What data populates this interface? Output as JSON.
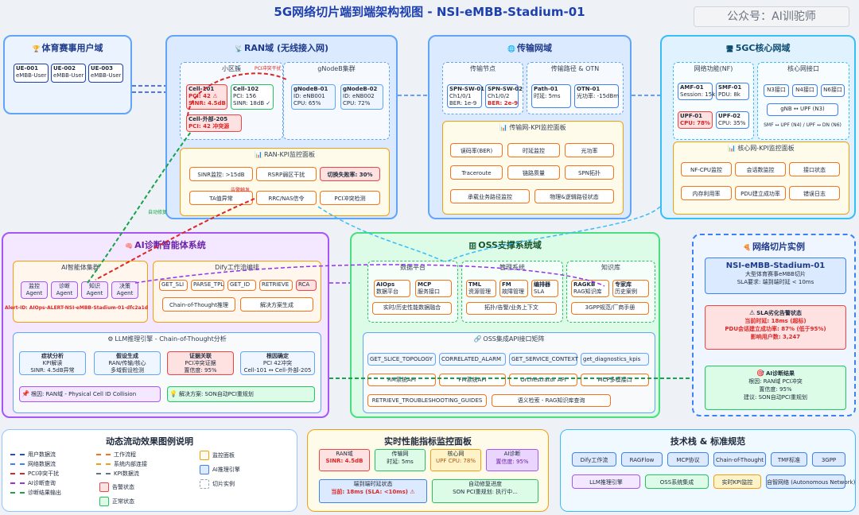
{
  "title": "5G网络切片端到端架构视图 - NSI-eMBB-Stadium-01",
  "watermark": "公众号：AI训驼师",
  "users": {
    "title": "体育赛事用户域",
    "items": [
      {
        "id": "UE-001",
        "type": "eMBB-User"
      },
      {
        "id": "UE-002",
        "type": "eMBB-User"
      },
      {
        "id": "UE-003",
        "type": "eMBB-User"
      }
    ]
  },
  "ran": {
    "title": "RAN域 (无线接入网)",
    "cell_group": "小区簇",
    "gnb_group": "gNodeB集群",
    "cells": [
      {
        "name": "Cell-101",
        "l1": "PCI: 42 ⚠",
        "l2": "SINR: 4.5dB"
      },
      {
        "name": "Cell-102",
        "l1": "PCI: 156",
        "l2": "SINR: 18dB ✓"
      },
      {
        "name": "Cell-外部-205",
        "l1": "PCI: 42 冲突源",
        "l2": ""
      }
    ],
    "gnbs": [
      {
        "name": "gNodeB-01",
        "l1": "ID: eNB001",
        "l2": "CPU: 65%"
      },
      {
        "name": "gNodeB-02",
        "l1": "ID: eNB002",
        "l2": "CPU: 72%"
      }
    ],
    "conflict_label": "PCI冲突干扰",
    "kpi_title": "RAN-KPI监控面板",
    "kpis": [
      "SINR监控: >15dB",
      "RSRP弱区干扰",
      "切换失败率: 30%",
      "TA值异常",
      "RRC/NAS信令",
      "PCI冲突检测"
    ],
    "alarm_label": "告警触发"
  },
  "transport": {
    "title": "传输网域",
    "nodes_title": "传输节点",
    "path_title": "传输路径 & OTN",
    "nodes": [
      {
        "name": "SPN-SW-01",
        "l1": "Ch1/0/1",
        "l2": "BER: 1e-9"
      },
      {
        "name": "SPN-SW-02",
        "l1": "Ch1/0/2",
        "l2": "BER: 2e-9"
      }
    ],
    "paths": [
      {
        "name": "Path-01",
        "l1": "时延: 5ms"
      },
      {
        "name": "OTN-01",
        "l1": "光功率: -15dBm"
      }
    ],
    "kpi_title": "传输网-KPI监控面板",
    "kpis": [
      "误码率(BER)",
      "时延监控",
      "光功率",
      "Traceroute",
      "链路质量",
      "SPN拓扑",
      "承载业务路径监控",
      "物理&逻辑路径状态"
    ]
  },
  "core": {
    "title": "5GC核心网域",
    "nf_title": "网络功能(NF)",
    "if_title": "核心网接口",
    "nfs": [
      {
        "name": "AMF-01",
        "l1": "Session: 15k"
      },
      {
        "name": "SMF-01",
        "l1": "PDU: 8k"
      },
      {
        "name": "UPF-01",
        "l1": "CPU: 78%"
      },
      {
        "name": "UPF-02",
        "l1": "CPU: 35%"
      }
    ],
    "ifs": [
      "N3接口",
      "N4接口",
      "N6接口"
    ],
    "flows": [
      "gNB ↔ UPF (N3)",
      "SMF ↔ UPF (N4) / UPF ↔ DN (N6)"
    ],
    "kpi_title": "核心网-KPI监控面板",
    "kpis": [
      "NF-CPU监控",
      "会话数监控",
      "接口状态",
      "内存利用率",
      "PDU建立成功率",
      "错误日志"
    ]
  },
  "ai": {
    "title": "AI诊断智能体系统",
    "agents_title": "AI智能体集群",
    "agents": [
      "监控 Agent",
      "诊断 Agent",
      "知识 Agent",
      "决策 Agent"
    ],
    "alert_id": "Alert-ID: AIOps-ALERT-NSI-eMBB-Stadium-01-dfc2a1d",
    "dify_title": "Dify工作流编排",
    "dify_tools": [
      "GET_SLI",
      "PARSE_TPL",
      "GET_ID",
      "RETRIEVE",
      "RCA"
    ],
    "dify_steps": [
      "Chain-of-Thought推理",
      "解决方案生成"
    ],
    "llm_title": "LLM推理引擎 - Chain-of-Thought分析",
    "steps": [
      {
        "title": "症状分析",
        "l1": "KPI解读",
        "l2": "SINR: 4.5dB异常"
      },
      {
        "title": "假设生成",
        "l1": "RAN/传输/核心",
        "l2": "多域假设检测"
      },
      {
        "title": "证据关联",
        "l1": "PCI冲突证据",
        "l2": "置信度: 95%"
      },
      {
        "title": "根因确定",
        "l1": "PCI 42冲突",
        "l2": "Cell-101 ↔ Cell-外部-205"
      }
    ],
    "root_cause": "根因: RAN域 - Physical Cell ID Collision",
    "solution": "解决方案: SON自动PCI重规划",
    "auto_label": "自动修复"
  },
  "oss": {
    "title": "OSS支撑系统域",
    "data_title": "数据平台",
    "mgmt_title": "管理系统",
    "kb_title": "知识库",
    "data_items": [
      {
        "name": "AIOps",
        "l1": "数据平台"
      },
      {
        "name": "MCP",
        "l1": "服务接口"
      }
    ],
    "mgmt_items": [
      {
        "name": "TML",
        "l1": "资源管理"
      },
      {
        "name": "FM",
        "l1": "故障管理"
      },
      {
        "name": "编排器",
        "l1": "SLA"
      }
    ],
    "kb_items": [
      {
        "name": "RAGKB",
        "l1": "RAG知识库"
      },
      {
        "name": "专家库",
        "l1": "历史案例"
      }
    ],
    "data_bar": "实时/历史性能数据融合",
    "mgmt_bar": "拓扑/告警/业务上下文",
    "kb_bar": "3GPP规范/厂商手册",
    "api_title": "OSS集成API接口矩阵",
    "apis": [
      "GET_SLICE_TOPOLOGY",
      "CORRELATED_ALARM",
      "GET_SERVICE_CONTEXT",
      "get_diagnostics_kpis"
    ],
    "apis2": [
      "RM系统API",
      "FM系统API",
      "Orchestrator API",
      "MCP多模接口"
    ],
    "apis3": [
      "RETRIEVE_TROUBLESHOOTING_GUIDES",
      "语义检索 - RAG知识库查询"
    ]
  },
  "slice": {
    "title": "网络切片实例",
    "name": "NSI-eMBB-Stadium-01",
    "desc1": "大型体育赛事eMBB切片",
    "desc2": "SLA要求: 端到端时延 < 10ms",
    "sla_title": "SLA劣化告警状态",
    "sla_lines": [
      "当前时延: 18ms (超标)",
      "PDU会话建立成功率: 87% (低于95%)",
      "影响用户数: 3,247"
    ],
    "diag_title": "AI诊断结果",
    "diag_lines": [
      "根因: RAN域 PCI冲突",
      "置信度: 95%",
      "建议: SON自动PCI重规划"
    ]
  },
  "legend": {
    "title": "动态流动效果图例说明",
    "lines": [
      {
        "label": "用户数据流",
        "color": "#1d4ed8"
      },
      {
        "label": "网络数据流",
        "color": "#3b82f6"
      },
      {
        "label": "PCI冲突干扰",
        "color": "#dc2626"
      },
      {
        "label": "AI诊断查询",
        "color": "#9333ea"
      },
      {
        "label": "诊断结果输出",
        "color": "#16a34a"
      }
    ],
    "lines2": [
      {
        "label": "工作流程",
        "color": "#f97316"
      },
      {
        "label": "系统内部连接",
        "color": "#f59e0b"
      },
      {
        "label": "KPI数据流",
        "color": "#64748b"
      }
    ],
    "boxes": [
      {
        "label": "告警状态",
        "color": "#ef4444"
      },
      {
        "label": "正常状态",
        "color": "#22c55e"
      }
    ],
    "boxes2": [
      {
        "label": "监控面板",
        "color": "#f59e0b"
      },
      {
        "label": "AI推理引擎",
        "color": "#3b82f6"
      },
      {
        "label": "切片实例",
        "color": "#94a3b8"
      }
    ]
  },
  "perf": {
    "title": "实时性能指标监控面板",
    "tiles": [
      {
        "title": "RAN域",
        "value": "SINR: 4.5dB",
        "status": "alert"
      },
      {
        "title": "传输网",
        "value": "时延: 5ms",
        "status": "ok"
      },
      {
        "title": "核心网",
        "value": "UPF CPU: 78%",
        "status": "warn"
      },
      {
        "title": "AI诊断",
        "value": "置信度: 95%",
        "status": "ai"
      }
    ],
    "latency_title": "端到端时延状态",
    "latency_value": "当前: 18ms (SLA: <10ms) ⚠",
    "auto_title": "自动修复进度",
    "auto_value": "SON PCI重规划: 执行中..."
  },
  "tech": {
    "title": "技术栈 & 标准规范",
    "row1": [
      "Dify工作流",
      "RAGFlow",
      "MCP协议",
      "Chain-of-Thought",
      "TMF标准",
      "3GPP"
    ],
    "row2": [
      "LLM推理引擎",
      "OSS系统集成",
      "实时KPI监控",
      "自智网络 (Autonomous Network)"
    ]
  }
}
